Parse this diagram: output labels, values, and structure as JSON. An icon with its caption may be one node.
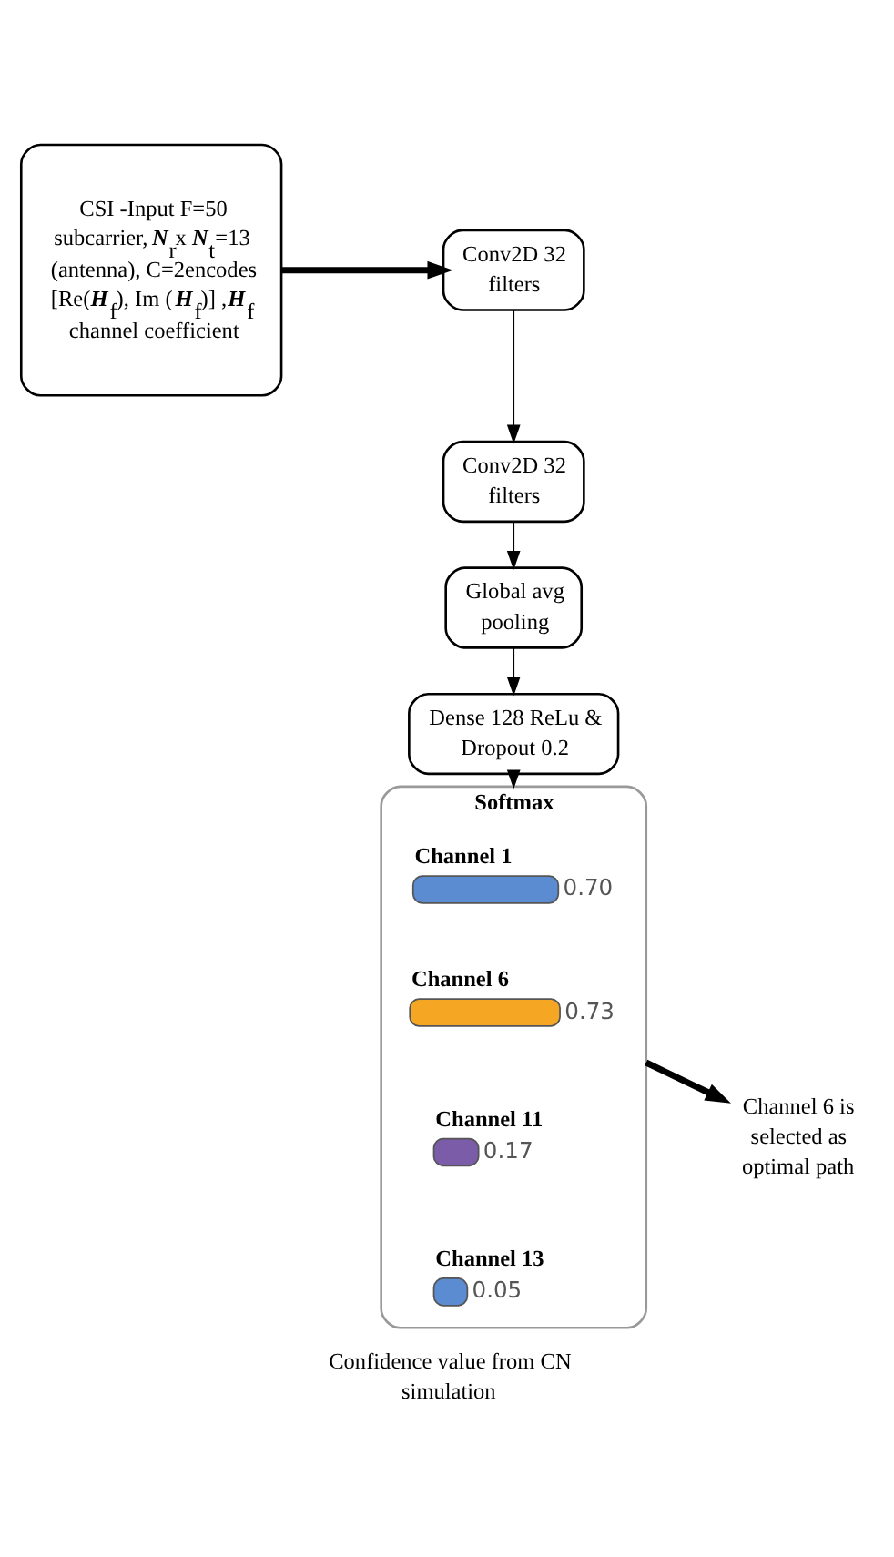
{
  "diagram": {
    "caption": "Confidence value from CN simulation",
    "nodes": [
      {
        "text": [
          "CSI -Input F=50 subcarrier, **N**$_{r}$x **N**$_{t}$=13 (antenna), C=2encodes [Re(**H**$_{f}$), Im (**H**$_{f}$)] ,**H**$_{f}$ channel coefficient"
        ]
      },
      {
        "text": [
          "Conv2D 32 filters"
        ]
      },
      {
        "text": [
          "Conv2D 32 filters"
        ]
      },
      {
        "text": [
          "Global avg pooling"
        ]
      },
      {
        "text": [
          "Dense 128 ReLu & Dropout 0.2"
        ]
      },
      {
        "text": [
          "Softmax"
        ]
      },
      {
        "text": [
          "Channel 1",
          "0.70"
        ],
        "in": 5
      },
      {
        "text": [
          "Channel 6",
          "0.73"
        ],
        "in": 5
      },
      {
        "text": [
          "Channel 11",
          "0.17"
        ],
        "in": 5
      },
      {
        "text": [
          "Channel 13",
          "0.05"
        ],
        "in": 5
      },
      {
        "text": [
          "Channel 6 is selected as optimal path"
        ]
      }
    ],
    "edges": [
      {
        "from": 0,
        "to": 1,
        "arrow": "to",
        "style": "thick"
      },
      {
        "from": 1,
        "to": 2,
        "arrow": "to"
      },
      {
        "from": 2,
        "to": 3,
        "arrow": "to"
      },
      {
        "from": 3,
        "to": 4,
        "arrow": "to"
      },
      {
        "from": 4,
        "to": 5,
        "arrow": "to"
      },
      {
        "from": 5,
        "to": 10,
        "arrow": "to",
        "style": "thick"
      }
    ]
  }
}
